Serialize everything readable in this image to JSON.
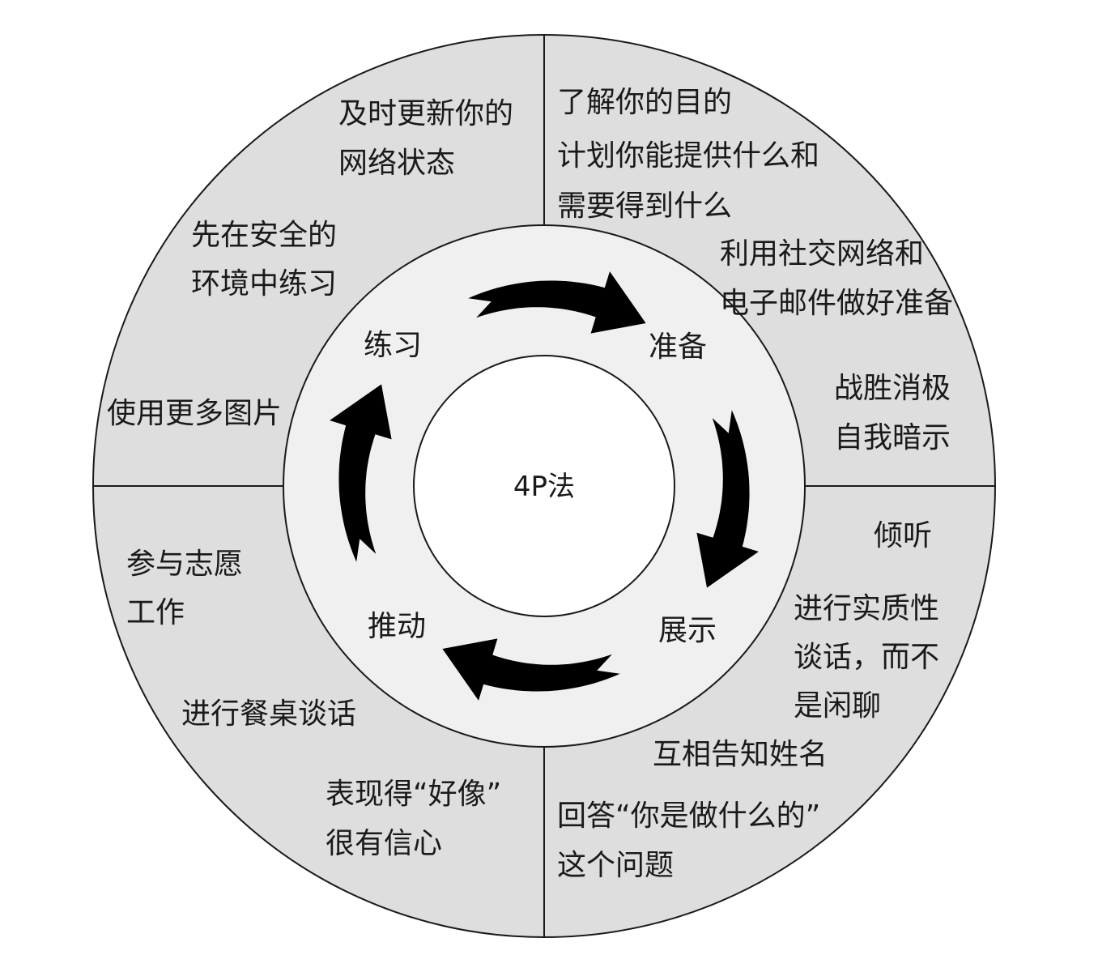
{
  "center": {
    "label": "4P法"
  },
  "ring": {
    "stages": [
      {
        "id": "prepare",
        "label": "准备"
      },
      {
        "id": "present",
        "label": "展示"
      },
      {
        "id": "push",
        "label": "推动"
      },
      {
        "id": "practice",
        "label": "练习"
      }
    ]
  },
  "quadrants": {
    "top_right": {
      "blocks": [
        {
          "lines": [
            "了解你的目的"
          ]
        },
        {
          "lines": [
            "计划你能提供什么和",
            "需要得到什么"
          ]
        },
        {
          "lines": [
            "利用社交网络和",
            "电子邮件做好准备"
          ]
        },
        {
          "lines": [
            "战胜消极",
            "自我暗示"
          ]
        }
      ]
    },
    "bottom_right": {
      "blocks": [
        {
          "lines": [
            "倾听"
          ]
        },
        {
          "lines": [
            "进行实质性",
            "谈话，而不",
            "是闲聊"
          ]
        },
        {
          "lines": [
            "互相告知姓名"
          ]
        },
        {
          "lines": [
            "回答“你是做什么的”",
            "这个问题"
          ]
        }
      ]
    },
    "bottom_left": {
      "blocks": [
        {
          "lines": [
            "参与志愿",
            "工作"
          ]
        },
        {
          "lines": [
            "进行餐桌谈话"
          ]
        },
        {
          "lines": [
            "表现得“好像”",
            "很有信心"
          ]
        }
      ]
    },
    "top_left": {
      "blocks": [
        {
          "lines": [
            "及时更新你的",
            "网络状态"
          ]
        },
        {
          "lines": [
            "先在安全的",
            "环境中练习"
          ]
        },
        {
          "lines": [
            "使用更多图片"
          ]
        }
      ]
    }
  },
  "colors": {
    "outer_fill": "#dedede",
    "ring_fill": "#f0f0f0",
    "center_fill": "#ffffff",
    "stroke": "#1a1a1a",
    "arrow": "#000000"
  }
}
